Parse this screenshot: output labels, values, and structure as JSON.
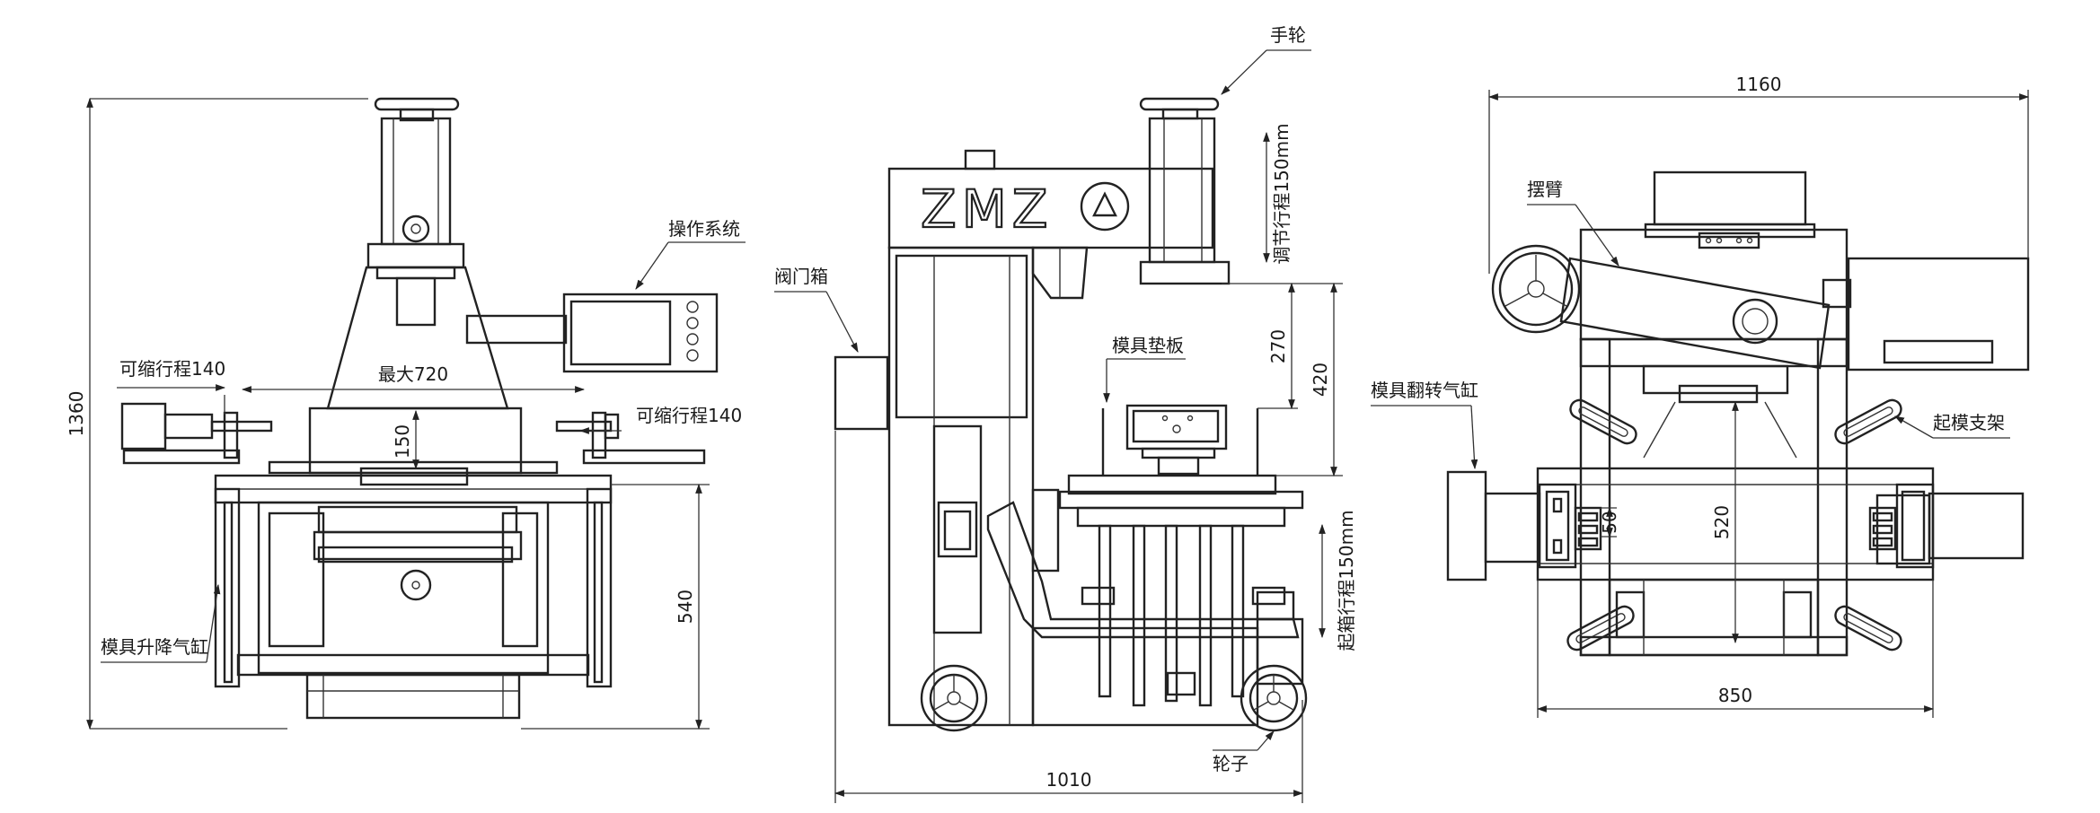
{
  "labels": {
    "handwheel": "手轮",
    "operation_system": "操作系统",
    "valve_box": "阀门箱",
    "mold_pad": "模具垫板",
    "swing_arm": "摆臂",
    "mold_flip_cylinder": "模具翻转气缸",
    "mold_lift_support": "起模支架",
    "mold_lift_cylinder": "模具升降气缸",
    "wheel": "轮子",
    "retract_stroke_left": "可缩行程140",
    "retract_stroke_right": "可缩行程140",
    "adjust_stroke": "调节行程150mm",
    "lift_stroke": "起箱行程150mm",
    "max_width": "最大720"
  },
  "logo_text": "ZMZ",
  "dimensions": {
    "height_total": "1360",
    "height_540": "540",
    "gap_150": "150",
    "front_width": "1010",
    "dim_270": "270",
    "dim_420": "420",
    "top_width": "1160",
    "bottom_width": "850",
    "dim_520": "520",
    "dim_50": "50"
  }
}
